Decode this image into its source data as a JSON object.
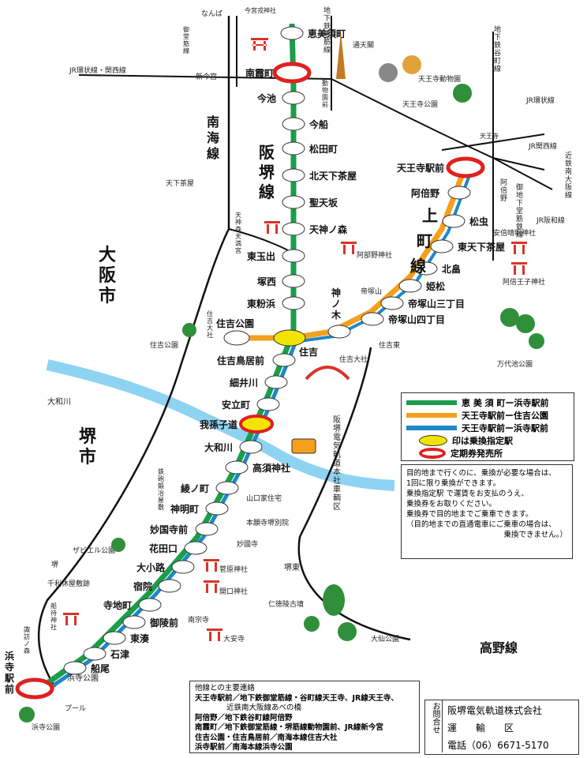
{
  "lines": {
    "hankai": "阪堺線",
    "uemachi": "上町線",
    "nankai": "南海線",
    "koya": "高野線"
  },
  "cities": {
    "osaka": "大阪市",
    "sakai": "堺市"
  },
  "river": "大和川",
  "stations_hankai": [
    "恵美須町",
    "南霞町",
    "今池",
    "今船",
    "松田町",
    "北天下茶屋",
    "聖天坂",
    "天神ノ森",
    "東玉出",
    "塚西",
    "東粉浜",
    "住吉公園",
    "住吉",
    "住吉鳥居前",
    "細井川",
    "安立町",
    "我孫子道",
    "大和川",
    "高須神社",
    "綾ノ町",
    "神明町",
    "妙国寺前",
    "花田口",
    "大小路",
    "宿院",
    "寺地町",
    "御陵前",
    "東湊",
    "石津",
    "船尾",
    "浜寺駅前"
  ],
  "stations_uemachi": [
    "天王寺駅前",
    "阿倍野",
    "松虫",
    "東天下茶屋",
    "北畠",
    "姫松",
    "帝塚山三丁目",
    "帝塚山四丁目",
    "神ノ木"
  ],
  "external": {
    "nanba": "なんば",
    "imamiya_shrine": "今宮戎神社",
    "midosuji_top": "地下鉄堺筋線",
    "tsutenkaku": "通天閣",
    "jr_loop_kansai": "JR環状線・関西線",
    "shin_imamiya": "新今宮",
    "midosuji": "御堂筋線",
    "dobutsuen_mae": "動物園前",
    "zoo": "天王寺動物園",
    "tennoji_park": "天王寺公園",
    "tanimachi": "地下鉄谷町線",
    "jr_loop": "JR環状線",
    "tennoji": "天王寺",
    "jr_kansai": "JR関西線",
    "kintetsu": "近鉄南大阪線",
    "abeno": "阿倍野",
    "midosuji2": "御地下堂筋鉄線",
    "jr_hanwa": "JR阪和線",
    "abe_seimei": "安倍晴明神社",
    "abe_oji": "阿倍王子神社",
    "tengachaya": "天下茶屋",
    "tenjinnomori_shrine": "天神森天満宮",
    "abeno_shrine": "阿部野神社",
    "tezukayama": "帝塚山",
    "sumiyoshi_taisha": "住吉大社",
    "sumiyoshi_park": "住吉公園",
    "sumiyoshi_taisha2": "住吉大社",
    "sumiyoshi_higashi": "住吉東",
    "bandaiike": "万代池公園",
    "teppo": "鉄砲鍛冶屋敷",
    "yamaguchi": "山口家住宅",
    "honganji": "本願寺堺別院",
    "myokokuji": "妙國寺",
    "sugawara": "菅原神社",
    "xavier": "ザビエル公園",
    "sakai_st": "堺",
    "sen_no_rikyu": "千利休屋敷跡",
    "kaiguchi": "開口神社",
    "nanshuji": "南宗寺",
    "daianji": "大安寺",
    "funamachi": "船待神社",
    "suwanomori": "諏訪ノ森",
    "hamadera_park": "浜寺公園",
    "pool": "プール",
    "hamadera_park2": "浜寺公園",
    "sakaihigashi": "堺東",
    "nintoku": "仁徳陵古墳",
    "daisen": "大仙公園",
    "depot": "阪堺電気軌道本社車輌区"
  },
  "legend": {
    "items": [
      {
        "label": "恵 美 須 町ー浜寺駅前",
        "color": "#1a9e4a",
        "kind": "line"
      },
      {
        "label": "天王寺駅前ー住吉公園",
        "color": "#f4a01c",
        "kind": "line"
      },
      {
        "label": "天王寺駅前ー浜寺駅前",
        "color": "#1e88c8",
        "kind": "line"
      },
      {
        "label": "印は乗換指定駅",
        "color": "#f2e400",
        "kind": "oval"
      },
      {
        "label": "定期券発売所",
        "color": "#e02020",
        "kind": "ring"
      }
    ]
  },
  "note": [
    "目的地まで行くのに、乗換が必要な場合は、",
    "1回に限り乗換ができます。",
    "乗換指定駅       で運賃をお支払のうえ、",
    "乗換券をお取りください。",
    "乗換券で目的地までご乗車できます。",
    "（目的地までの直通電車にご乗車の場合は、",
    "乗換できません。）"
  ],
  "connections": {
    "title": "他線との主要連絡",
    "lines": [
      "天王寺駅前／地下鉄御堂筋線・谷町線天王寺、JR線天王寺、",
      "近鉄南大阪線あべの橋",
      "阿倍野／地下鉄谷町線阿倍野",
      "南霞町／地下鉄御堂筋線・堺筋線動物園前、JR線新今宮",
      "住吉公園・住吉鳥居前／南海本線住吉大社",
      "浜寺駅前／南海本線浜寺公園"
    ]
  },
  "contact": {
    "label": "お問合せ",
    "company": "阪堺電気軌道株式会社",
    "dept": "運　　輸　　区",
    "phone": "電話（06）6671-5170"
  },
  "colors": {
    "green": "#1a9e4a",
    "orange": "#f4a01c",
    "blue": "#1e88c8",
    "red": "#e02020",
    "yellow": "#f2e400",
    "river": "#8fd3f2",
    "navy": "#2b3a8c"
  }
}
